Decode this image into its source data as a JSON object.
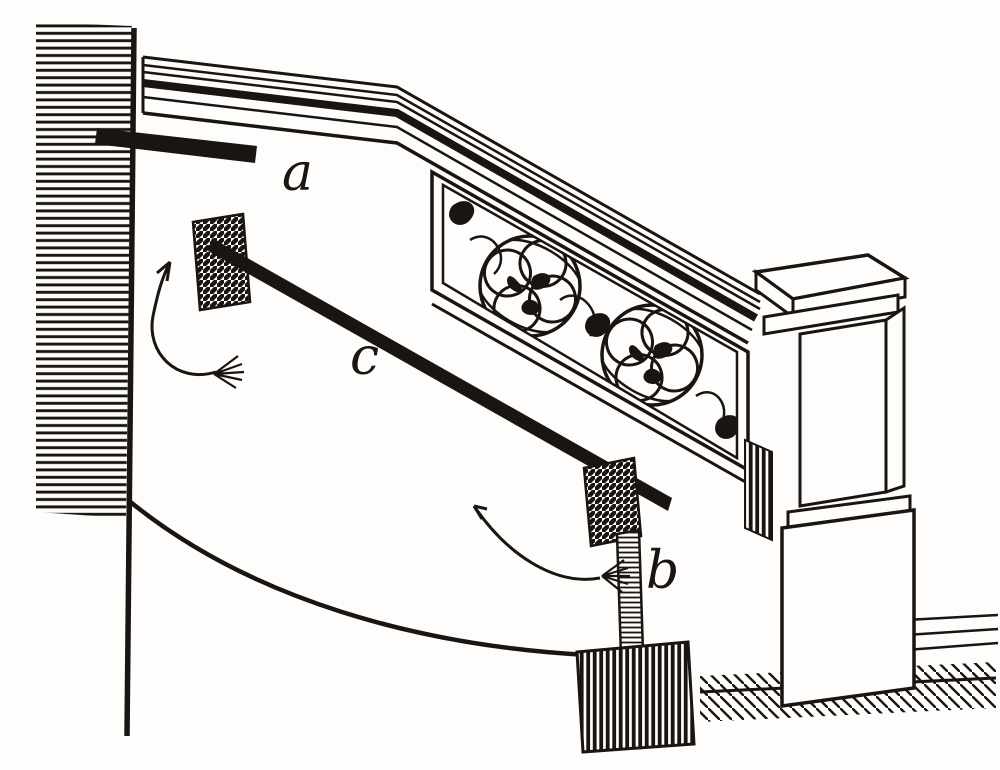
{
  "figure": {
    "alt_text": "Engraved perspective diagram of a staircase balustrade: wall handrail bracket, pierced Gothic tracery panel, raking handrail, baluster support and newel post",
    "ink": "#181512",
    "paper": "#fefdfb",
    "labels": {
      "a": "a",
      "b": "b",
      "c": "c"
    }
  }
}
